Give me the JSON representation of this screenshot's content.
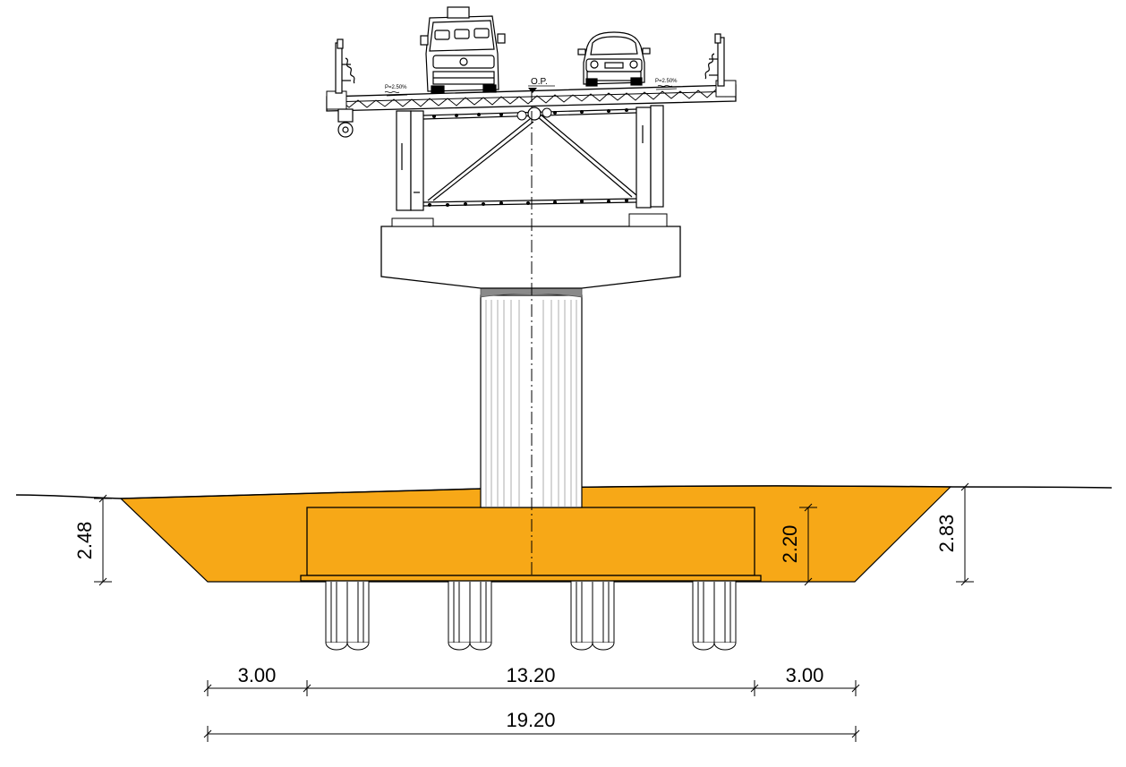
{
  "labels": {
    "slope_left": "P=2.50%",
    "slope_right": "P=2.50%",
    "axis_label": "O.P."
  },
  "dimensions": {
    "excavation_depth_left": "2.48",
    "footing_height": "2.20",
    "excavation_depth_right": "2.83",
    "offset_left": "3.00",
    "footing_width": "13.20",
    "offset_right": "3.00",
    "total_width": "19.20"
  },
  "colors": {
    "excavation_fill": "#F7A817",
    "line": "#000000"
  }
}
